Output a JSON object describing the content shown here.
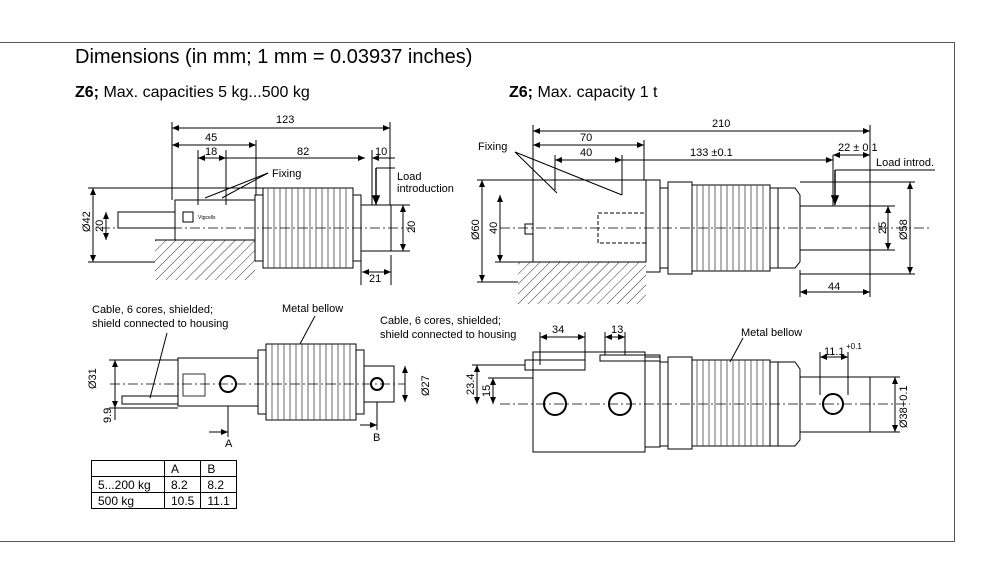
{
  "title": "Dimensions (in mm; 1 mm = 0.03937 inches)",
  "left": {
    "title_bold": "Z6;",
    "title_rest": " Max. capacities 5 kg...500 kg",
    "top_view": {
      "dims": {
        "overall": "123",
        "d45": "45",
        "d18": "18",
        "d82": "82",
        "d10": "10",
        "d21": "21",
        "d42": "Ø42",
        "d20a": "20",
        "d20b": "20"
      },
      "labels": {
        "fixing": "Fixing",
        "load_1": "Load",
        "load_2": "introduction",
        "brand": "Vtgcells"
      }
    },
    "bottom_view": {
      "labels": {
        "cable_1": "Cable, 6 cores, shielded;",
        "cable_2": "shield connected to housing",
        "bellow": "Metal bellow",
        "a": "A",
        "b": "B"
      },
      "dims": {
        "d31": "Ø31",
        "d9_9": "9.9",
        "d27": "Ø27"
      }
    },
    "table": {
      "header": [
        "",
        "A",
        "B"
      ],
      "rows": [
        [
          "5...200 kg",
          "8.2",
          "8.2"
        ],
        [
          "500 kg",
          "10.5",
          "11.1"
        ]
      ]
    }
  },
  "right": {
    "title_bold": "Z6;",
    "title_rest": " Max. capacity 1 t",
    "top_view": {
      "dims": {
        "overall": "210",
        "d70": "70",
        "d40": "40",
        "d133": "133 ±0.1",
        "d22": "22 ± 0.1",
        "d60": "Ø60",
        "d40v": "40",
        "d25": "25",
        "d58": "Ø58",
        "d44": "44"
      },
      "labels": {
        "fixing": "Fixing",
        "load": "Load introd."
      }
    },
    "bottom_view": {
      "labels": {
        "cable_1": "Cable, 6 cores, shielded;",
        "cable_2": "shield connected to housing",
        "bellow": "Metal bellow"
      },
      "dims": {
        "d34": "34",
        "d13": "13",
        "d11_1": "11.1",
        "d11_1_tol": "+0.1",
        "d23_4": "23.4",
        "d15": "15",
        "d38": "Ø38−0.1"
      }
    }
  }
}
